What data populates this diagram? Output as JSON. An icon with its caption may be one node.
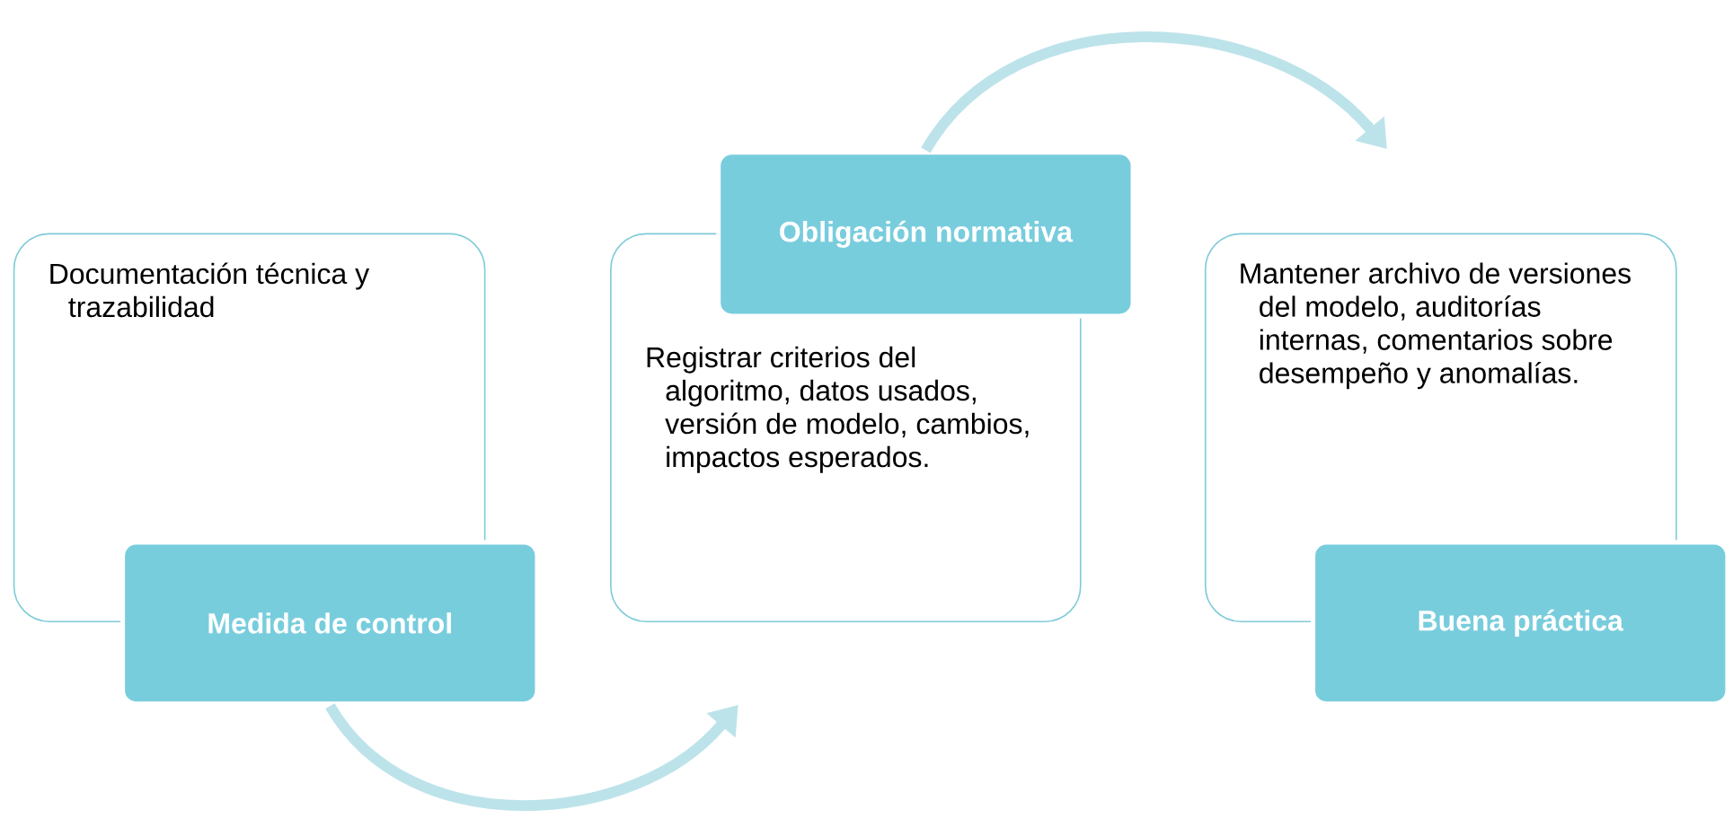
{
  "diagram": {
    "nodes": [
      {
        "text": [
          "Documentación técnica y trazabilidad"
        ]
      },
      {
        "text": [
          "Medida de control"
        ]
      },
      {
        "text": [
          "Registrar criterios del algoritmo, datos usados, versión de modelo, cambios, impactos esperados."
        ]
      },
      {
        "text": [
          "Obligación normativa"
        ]
      },
      {
        "text": [
          "Mantener archivo de versiones del modelo, auditorías internas, comentarios sobre desempeño y anomalías."
        ]
      },
      {
        "text": [
          "Buena práctica"
        ]
      }
    ],
    "edges": [
      {
        "from": 1,
        "to": 2,
        "arrow": "to"
      },
      {
        "from": 3,
        "to": 4,
        "arrow": "to"
      }
    ]
  }
}
